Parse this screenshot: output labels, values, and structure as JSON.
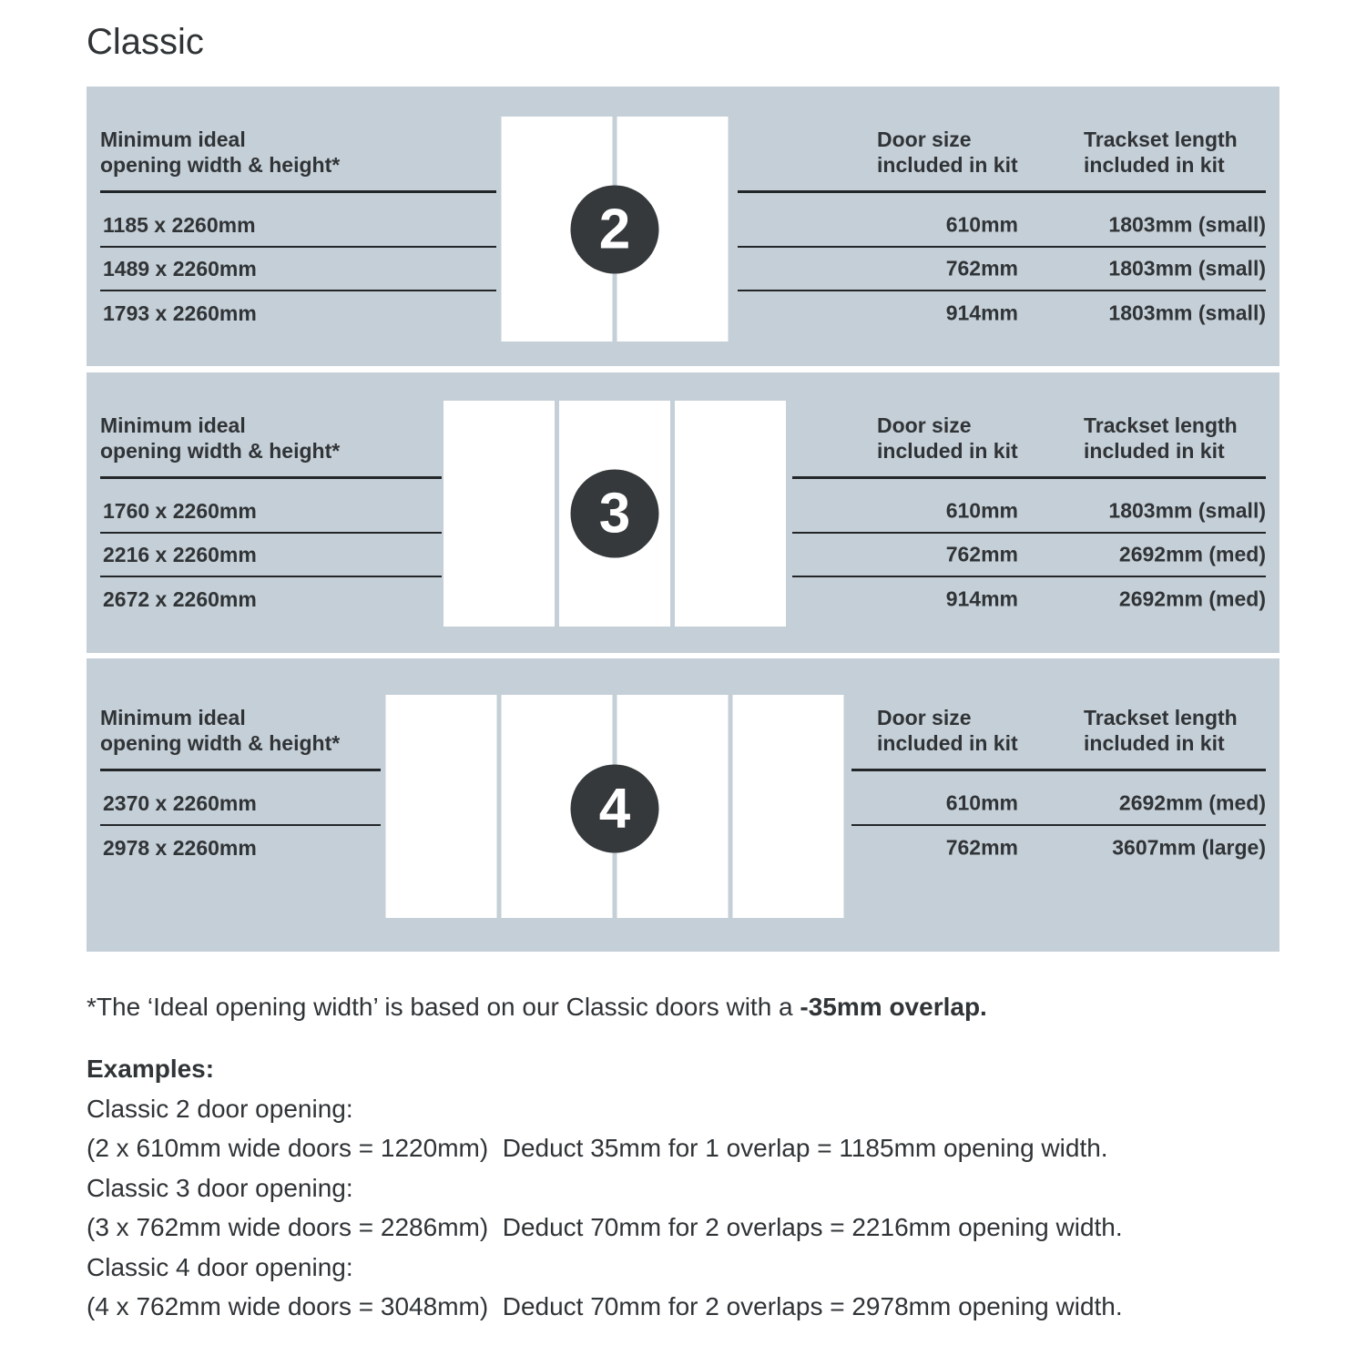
{
  "title": "Classic",
  "table_headers": {
    "opening": [
      "Minimum ideal",
      "opening width & height*"
    ],
    "door_size": [
      "Door size",
      "included in kit"
    ],
    "trackset": [
      "Trackset length",
      "included in kit"
    ]
  },
  "sections": [
    {
      "door_count": "2",
      "rows": [
        {
          "opening": "1185 x 2260mm",
          "door_size": "610mm",
          "trackset": "1803mm (small)"
        },
        {
          "opening": "1489 x 2260mm",
          "door_size": "762mm",
          "trackset": "1803mm (small)"
        },
        {
          "opening": "1793 x 2260mm",
          "door_size": "914mm",
          "trackset": "1803mm (small)"
        }
      ]
    },
    {
      "door_count": "3",
      "rows": [
        {
          "opening": "1760 x 2260mm",
          "door_size": "610mm",
          "trackset": "1803mm (small)"
        },
        {
          "opening": "2216 x 2260mm",
          "door_size": "762mm",
          "trackset": "2692mm (med)"
        },
        {
          "opening": "2672 x 2260mm",
          "door_size": "914mm",
          "trackset": "2692mm (med)"
        }
      ]
    },
    {
      "door_count": "4",
      "rows": [
        {
          "opening": "2370 x 2260mm",
          "door_size": "610mm",
          "trackset": "2692mm (med)"
        },
        {
          "opening": "2978 x 2260mm",
          "door_size": "762mm",
          "trackset": "3607mm (large)"
        }
      ]
    }
  ],
  "footnote": {
    "text": "*The ‘Ideal opening width’ is based on our Classic doors with a ",
    "bold": "-35mm overlap."
  },
  "examples": {
    "heading": "Examples:",
    "items": [
      {
        "label": "Classic 2 door opening:",
        "detail": "(2 x 610mm wide doors = 1220mm)  Deduct 35mm for 1 overlap = 1185mm opening width."
      },
      {
        "label": "Classic 3 door opening:",
        "detail": "(3 x 762mm wide doors = 2286mm)  Deduct 70mm for 2 overlaps = 2216mm opening width."
      },
      {
        "label": "Classic 4 door opening:",
        "detail": "(4 x 762mm wide doors = 3048mm)  Deduct 70mm for 2 overlaps = 2978mm opening width."
      }
    ]
  },
  "colors": {
    "panel_bg": "#c5cfd7",
    "circle_bg": "#35393c",
    "text": "#303437",
    "line": "#232629"
  }
}
